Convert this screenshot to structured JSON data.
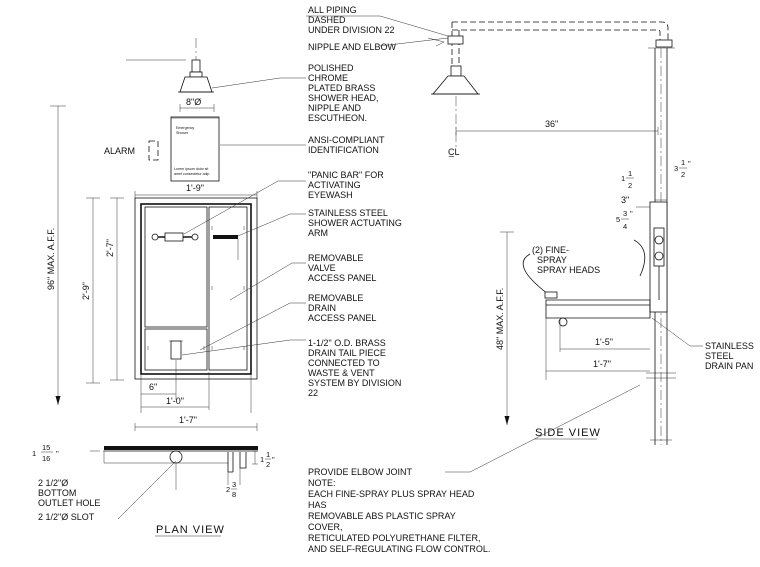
{
  "callouts": {
    "all_piping": [
      "ALL PIPING",
      "DASHED",
      "UNDER DIVISION 22"
    ],
    "nipple_elbow": "NIPPLE AND ELBOW",
    "shower_head": [
      "POLISHED",
      "CHROME",
      "PLATED BRASS",
      "SHOWER HEAD,",
      "NIPPLE AND",
      "ESCUTHEON."
    ],
    "ansi": [
      "ANSI-COMPLIANT",
      "IDENTIFICATION"
    ],
    "panic_bar": [
      "\"PANIC BAR\" FOR",
      "ACTIVATING",
      "EYEWASH"
    ],
    "actuating_arm": [
      "STAINLESS STEEL",
      "SHOWER ACTUATING",
      "ARM"
    ],
    "valve_panel": [
      "REMOVABLE",
      "VALVE",
      "ACCESS PANEL"
    ],
    "drain_panel": [
      "REMOVABLE",
      "DRAIN",
      "ACCESS PANEL"
    ],
    "tail_piece": [
      "1-1/2\" O.D. BRASS",
      "DRAIN TAIL PIECE",
      "CONNECTED TO",
      "WASTE & VENT",
      "SYSTEM BY DIVISION",
      "22"
    ],
    "alarm": "ALARM",
    "fine_spray": [
      "(2) FINE-",
      "SPRAY",
      "SPRAY HEADS"
    ],
    "drain_pan": [
      "STAINLESS",
      "STEEL",
      "DRAIN PAN"
    ],
    "bottom_outlet": [
      "2 1/2\"Ø",
      "BOTTOM",
      "OUTLET HOLE"
    ],
    "slot": "2 1/2\"Ø SLOT",
    "note": [
      "PROVIDE ELBOW JOINT",
      "NOTE:",
      "EACH FINE-SPRAY PLUS SPRAY HEAD",
      "HAS",
      "REMOVABLE ABS PLASTIC SPRAY",
      "COVER,",
      "RETICULATED POLYURETHANE FILTER,",
      "AND SELF-REGULATING FLOW CONTROL."
    ]
  },
  "sign": {
    "heading": [
      "Emergency",
      "Shower"
    ],
    "fine_print": [
      "Lorem ipsum dolor sit",
      "amet consectetur adip"
    ]
  },
  "dimensions": {
    "head_dia": "8\"Ø",
    "cabinet_width": "1'-9\"",
    "height_96": "96\" MAX. A.F.F.",
    "height_2_9": "2'-9\"",
    "height_2_7": "2'-7\"",
    "six_in": "6\"",
    "one_0": "1'-0\"",
    "one_7_front": "1'-7\"",
    "reach_36": "36\"",
    "height_48": "48\" MAX. A.F.F.",
    "one_5": "1'-5\"",
    "one_7_side": "1'-7\"",
    "three_in": "3\"",
    "frac_1_1_2_a": {
      "whole": "1",
      "num": "1",
      "den": "2"
    },
    "frac_3_1_2": {
      "whole": "3",
      "num": "1",
      "den": "2",
      "unit": "\""
    },
    "frac_5_3_4": {
      "whole": "5",
      "num": "3",
      "den": "4",
      "unit": "\""
    },
    "frac_1_15_16": {
      "whole": "1",
      "num": "15",
      "den": "16",
      "unit": "\""
    },
    "frac_1_1_2_b": {
      "whole": "1",
      "num": "1",
      "den": "2",
      "unit": "\""
    },
    "frac_2_3_8": {
      "whole": "2",
      "num": "3",
      "den": "8"
    },
    "centerline": "C̲L"
  },
  "views": {
    "plan": "PLAN  VIEW",
    "side": "SIDE  VIEW"
  }
}
